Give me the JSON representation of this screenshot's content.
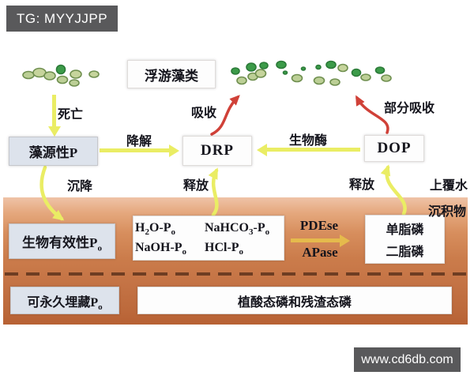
{
  "tag": "TG: MYYJJPP",
  "watermark": "www.cd6db.com",
  "colors": {
    "tag_bg": "#59595b",
    "water_top": "#b7c2d2",
    "water_bottom": "#33508b",
    "sediment_top": "#efc3a7",
    "sediment_bottom": "#b76134",
    "yellow_arrow": "#eaed64",
    "gold_arrow": "#e5ba4c",
    "red_arrow": "#d04138",
    "dashed_line": "#6e3d22",
    "algae_light": "#bccf96",
    "algae_dark": "#3c9b49"
  },
  "diagram": {
    "boxes": {
      "plankton": "浮游藻类",
      "algal_p": "藻源性P",
      "drp": "DRP",
      "dop": "DOP",
      "bioavailable": {
        "text": "生物有效性P",
        "sub": "o"
      },
      "extractants": [
        {
          "pre": "H",
          "sub": "2",
          "mid": "O-P",
          "subo": "o"
        },
        {
          "pre": "NaHCO",
          "sub": "3",
          "mid": "-P",
          "subo": "o"
        },
        {
          "pre": "NaOH-P",
          "sub": "",
          "mid": "",
          "subo": "o"
        },
        {
          "pre": "HCl-P",
          "sub": "",
          "mid": "",
          "subo": "o"
        }
      ],
      "lipid": {
        "line1": "单脂磷",
        "line2": "二脂磷"
      },
      "buried": {
        "text": "可永久埋藏P",
        "sub": "o"
      },
      "residual": "植酸态磷和残渣态磷"
    },
    "labels": {
      "death": "死亡",
      "uptake": "吸收",
      "partial_uptake": "部分吸收",
      "degradation": "降解",
      "bio_enzyme": "生物酶",
      "settling": "沉降",
      "release_left": "释放",
      "release_right": "释放",
      "pdese": "PDEse",
      "apase": "APase",
      "overlying_water": "上覆水",
      "sediment": "沉积物"
    }
  }
}
